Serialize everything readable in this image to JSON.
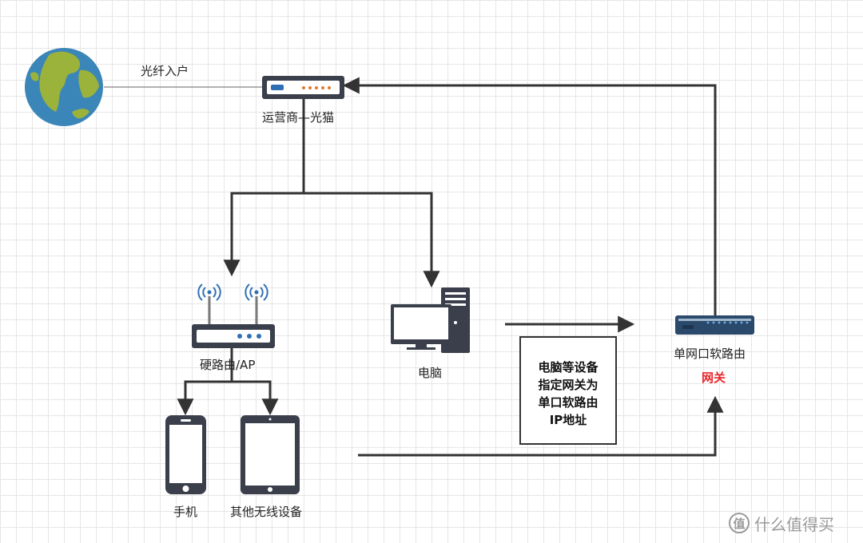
{
  "labels": {
    "fiber_in": "光纤入户",
    "modem": "运营商—光猫",
    "hard_router": "硬路由/AP",
    "pc": "电脑",
    "soft_router": "单网口软路由",
    "gateway": "网关",
    "phone": "手机",
    "wireless_devices": "其他无线设备"
  },
  "note": {
    "lines": [
      "电脑等设备",
      "指定网关为",
      "单口软路由",
      "IP地址"
    ]
  },
  "watermark": {
    "icon_text": "值",
    "text": "什么值得买"
  },
  "colors": {
    "line": "#333333",
    "gateway": "#e8262b",
    "router_body": "#3a3f4b",
    "soft_router_body": "#2b4a6b",
    "wifi_waves": "#2e6fb5"
  }
}
